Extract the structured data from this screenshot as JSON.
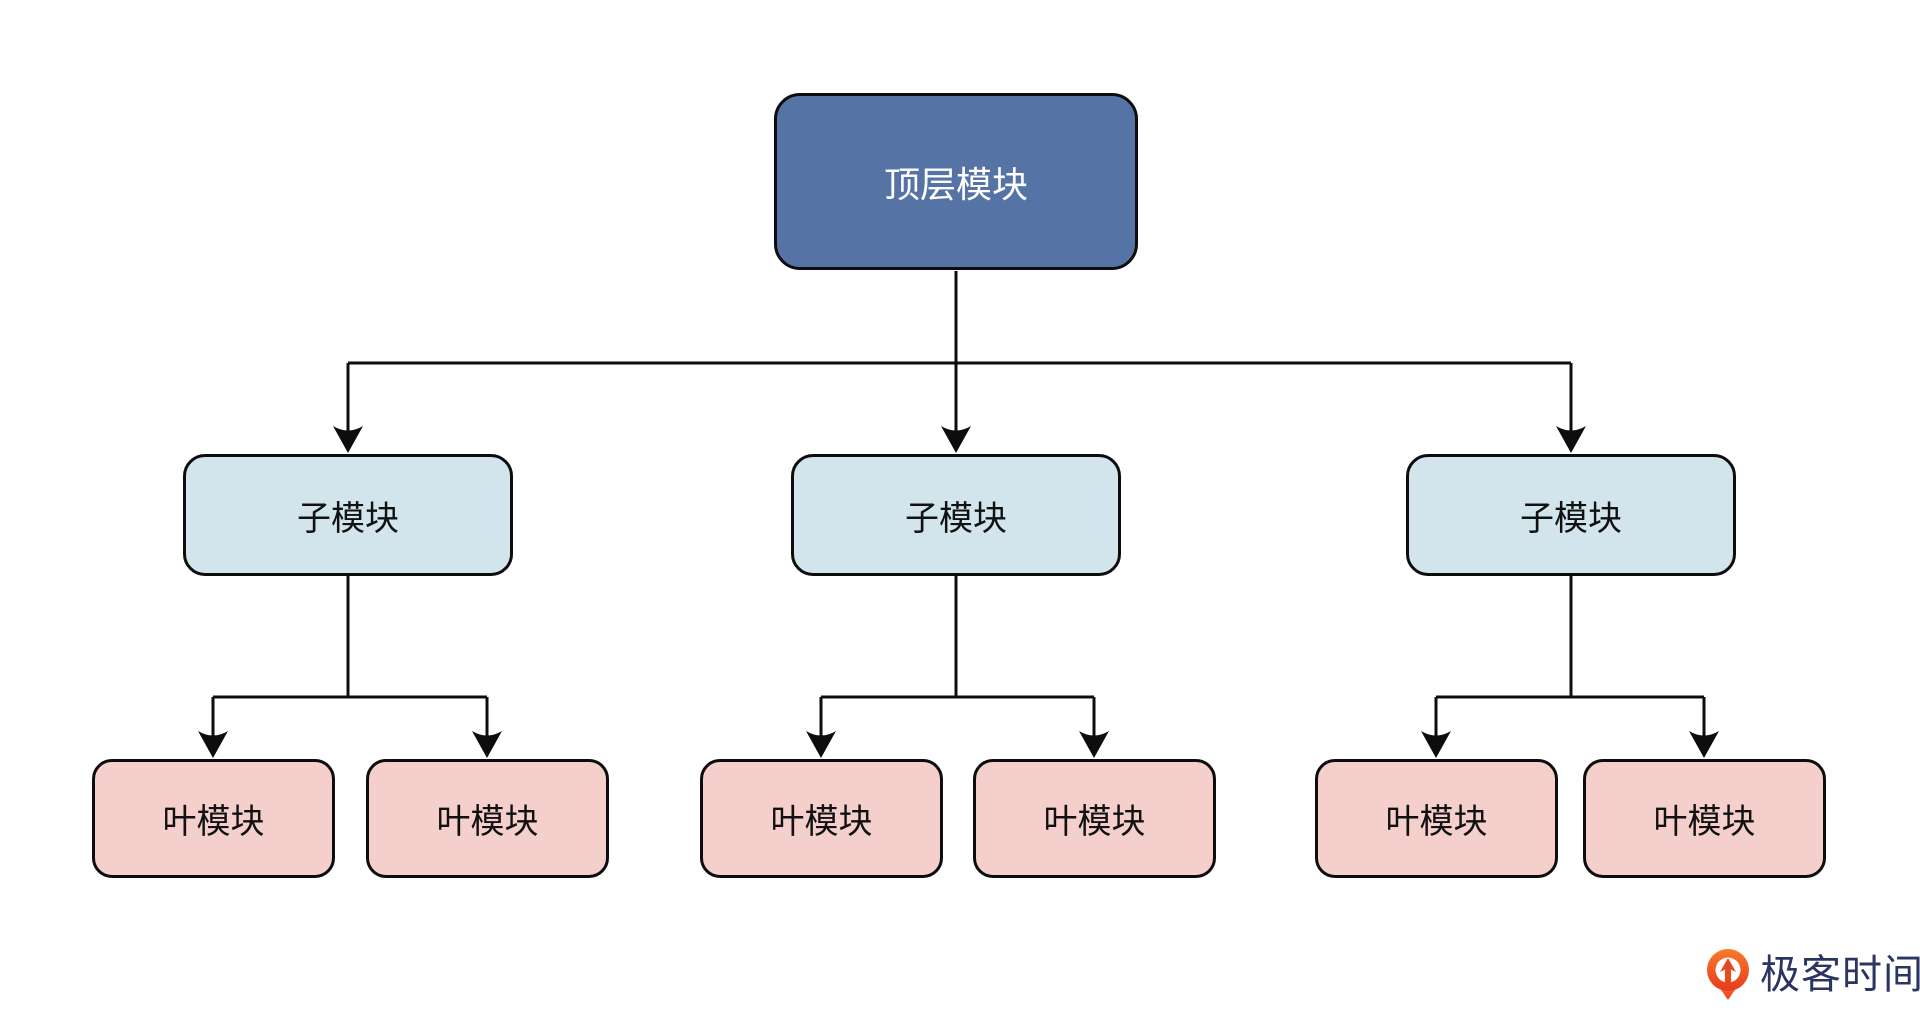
{
  "diagram": {
    "root": {
      "label": "顶层模块"
    },
    "children": [
      {
        "label": "子模块",
        "leaves": [
          {
            "label": "叶模块"
          },
          {
            "label": "叶模块"
          }
        ]
      },
      {
        "label": "子模块",
        "leaves": [
          {
            "label": "叶模块"
          },
          {
            "label": "叶模块"
          }
        ]
      },
      {
        "label": "子模块",
        "leaves": [
          {
            "label": "叶模块"
          },
          {
            "label": "叶模块"
          }
        ]
      }
    ]
  },
  "colors": {
    "root_fill": "#5673a6",
    "root_text": "#ffffff",
    "child_fill": "#d3e5ec",
    "leaf_fill": "#f4cfcc",
    "node_border": "#0d0d0d",
    "node_text": "#111111",
    "connector": "#0d0d0d",
    "brand_text": "#2b3562",
    "brand_icon_top": "#f97a2b",
    "brand_icon_bottom": "#e73c1e"
  },
  "footer": {
    "brand": "极客时间",
    "brand_icon": "geektime-logo-icon"
  }
}
